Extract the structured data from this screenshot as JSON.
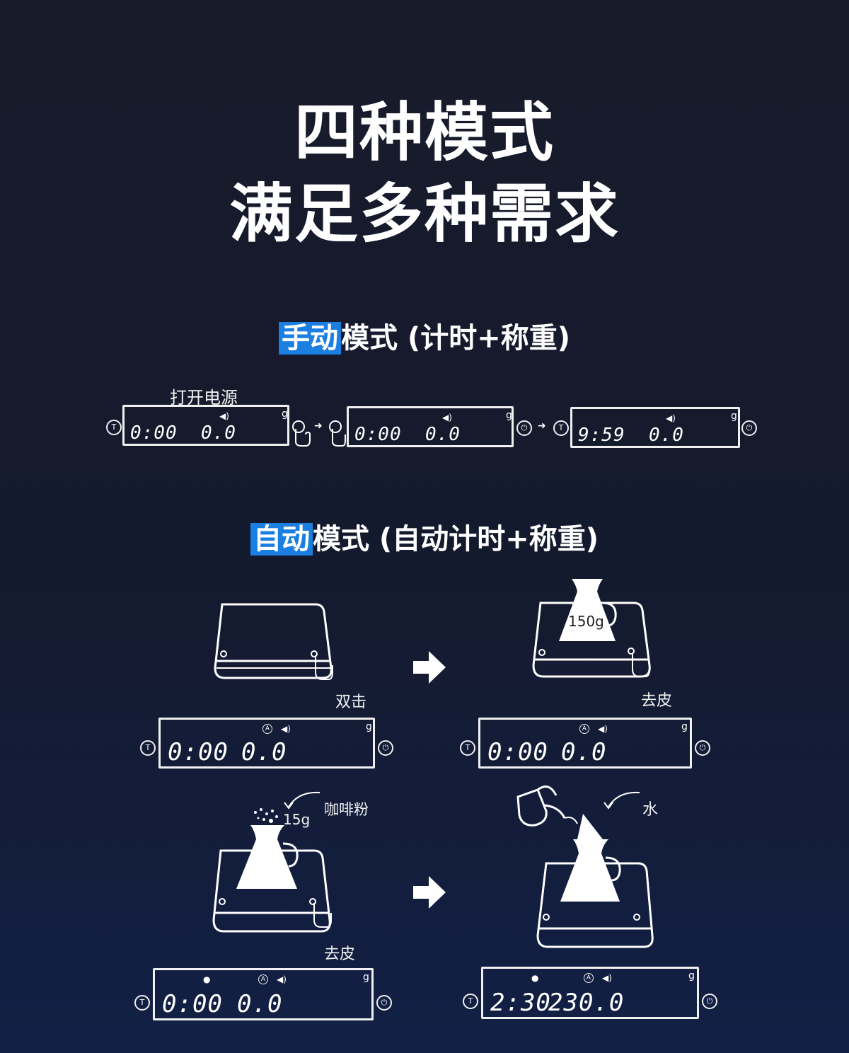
{
  "title": {
    "line1": "四种模式",
    "line2": "满足多种需求"
  },
  "manual": {
    "highlight": "手动",
    "rest": "模式 (计时+称重)",
    "power_label": "打开电源",
    "displays": [
      {
        "time": "0:00",
        "weight": "0.0",
        "unit": "g"
      },
      {
        "time": "0:00",
        "weight": "0.0",
        "unit": "g"
      },
      {
        "time": "9:59",
        "weight": "0.0",
        "unit": "g"
      }
    ]
  },
  "auto": {
    "highlight": "自动",
    "rest": "模式 (自动计时+称重)",
    "steps": {
      "double_click": "双击",
      "tare1": "去皮",
      "coffee_label": "咖啡粉",
      "coffee_weight": "15g",
      "tare2": "去皮",
      "water_label": "水",
      "cup_weight": "150g"
    },
    "displays": [
      {
        "time": "0:00",
        "weight": "0.0",
        "unit": "g"
      },
      {
        "time": "0:00",
        "weight": "0.0",
        "unit": "g"
      },
      {
        "time": "0:00",
        "weight": "0.0",
        "unit": "g"
      },
      {
        "time": "2:30",
        "weight": "230.0",
        "unit": "g"
      }
    ]
  },
  "icons": {
    "timer_button": "T",
    "power_button": "⏻",
    "auto_indicator": "A",
    "speaker": "🔊",
    "drop": "💧"
  }
}
